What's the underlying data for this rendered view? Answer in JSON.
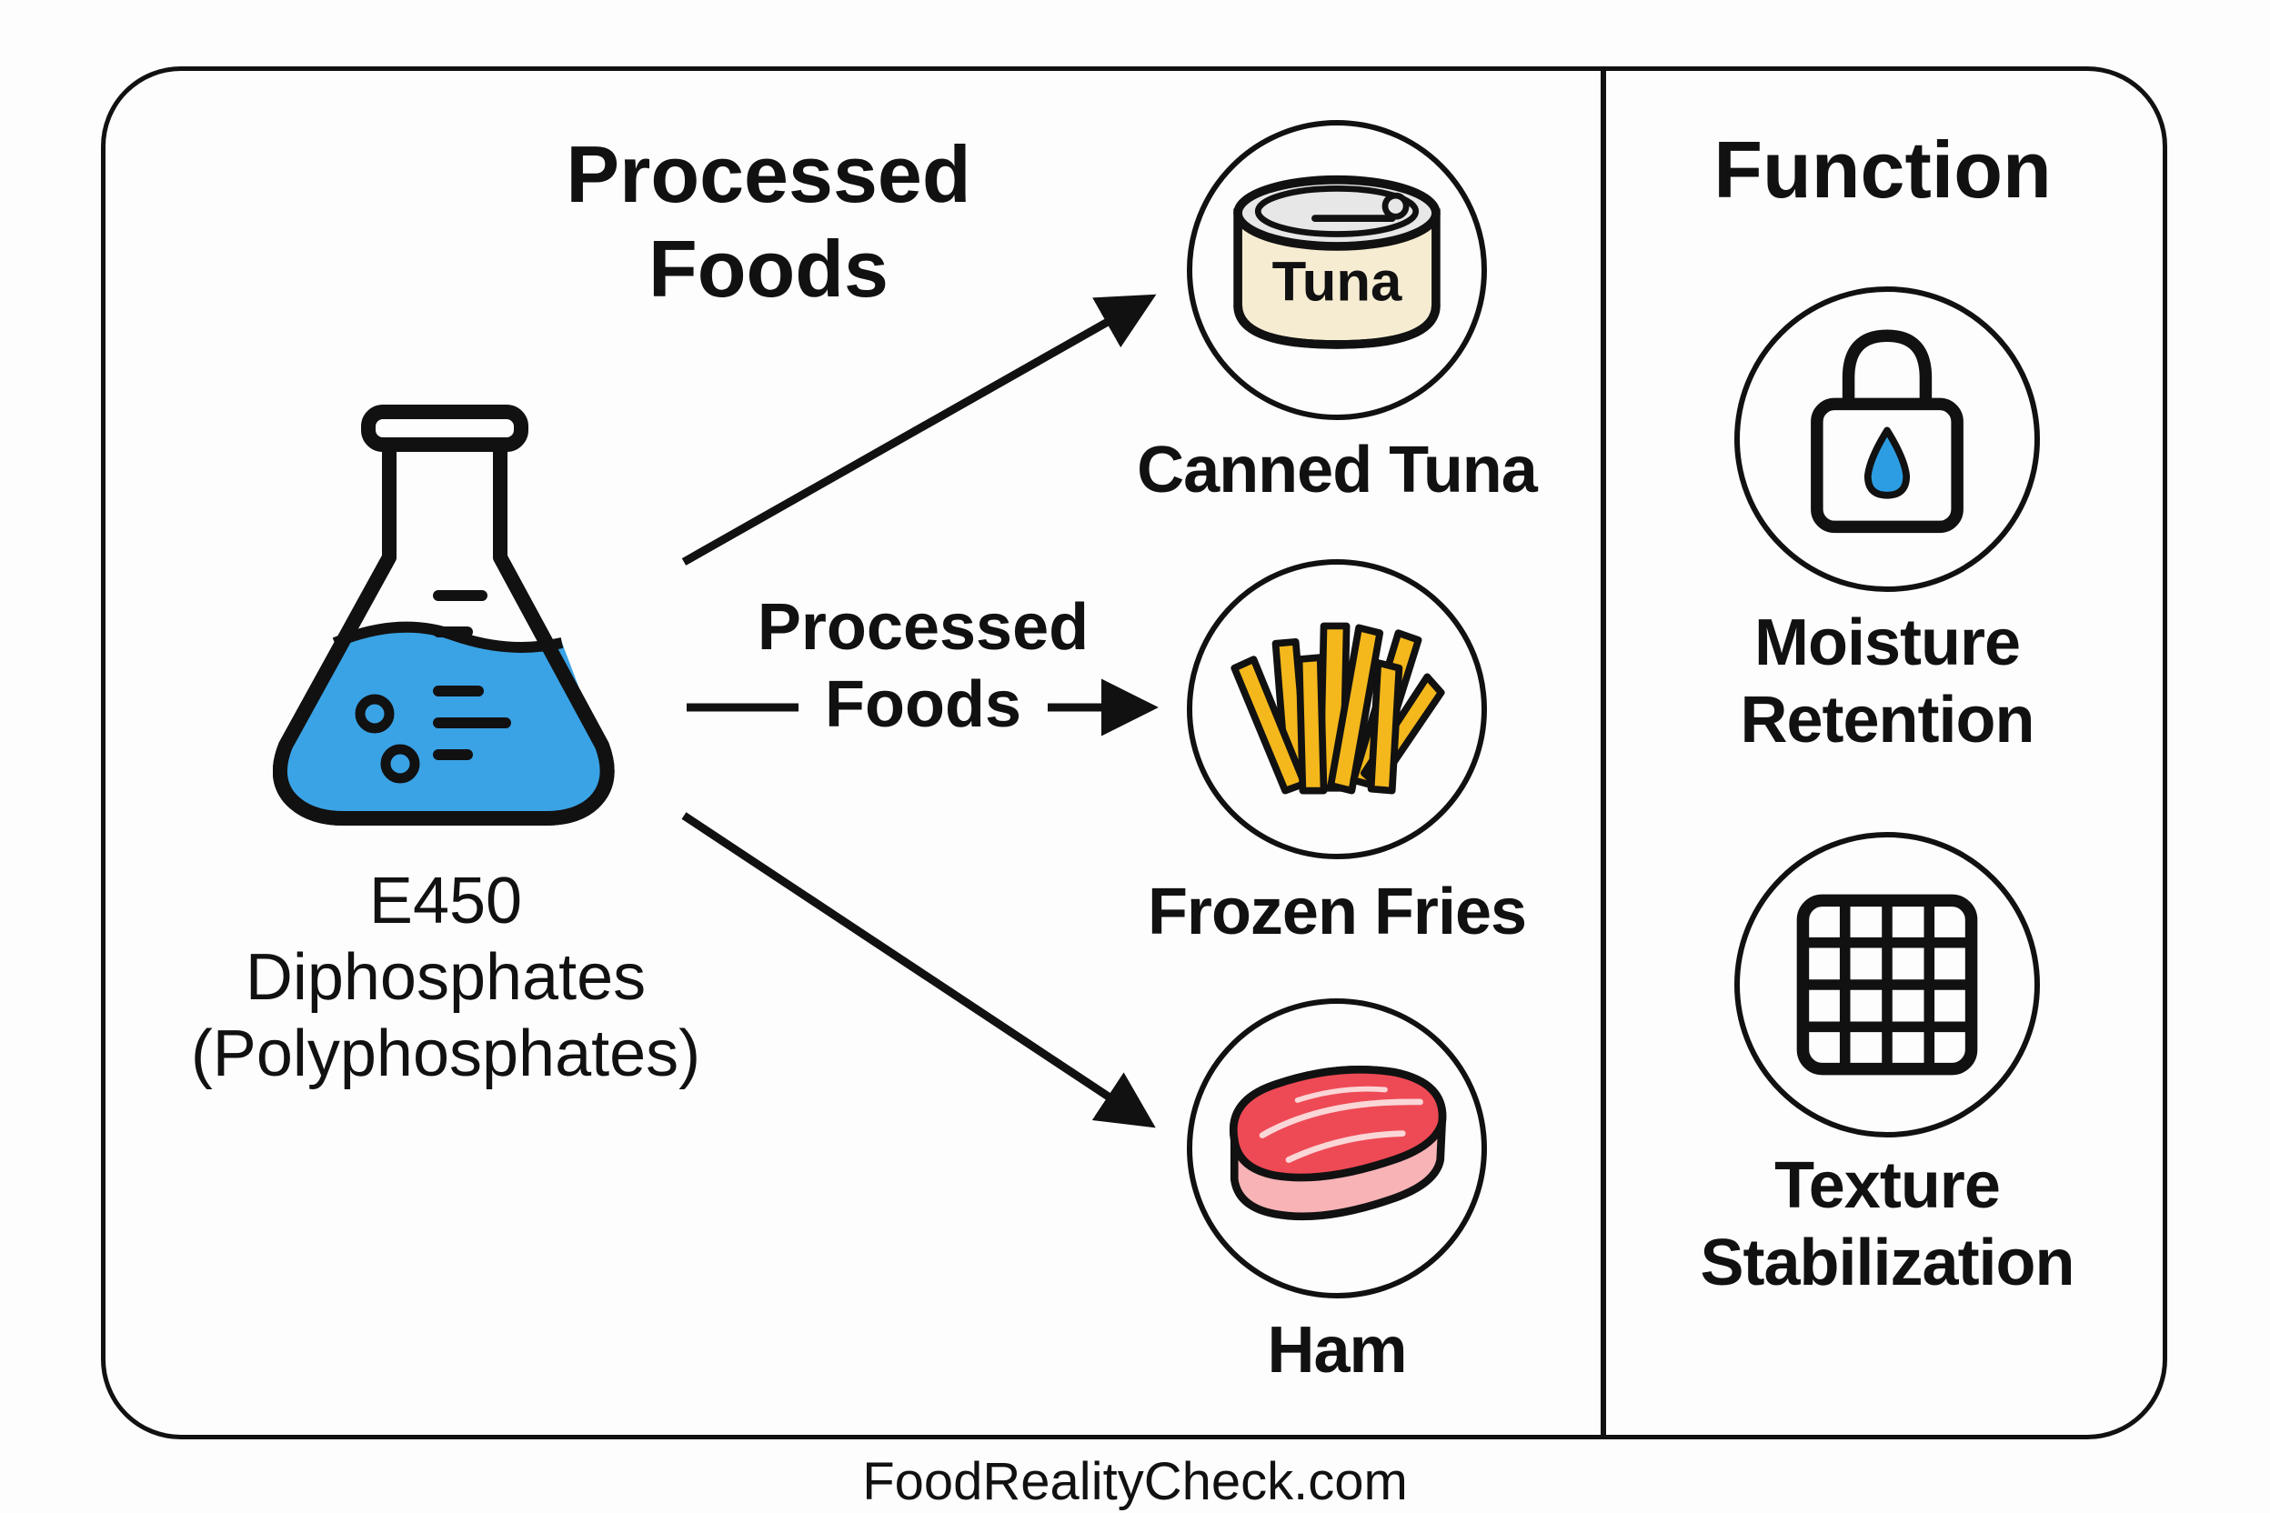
{
  "left_heading": "Processed Foods",
  "right_heading": "Function",
  "ingredient": {
    "code": "E450",
    "name": "Diphosphates",
    "alt_name": "(Polyphosphates)",
    "icon": "flask-icon"
  },
  "middle_label": "Processed Foods",
  "foods": [
    {
      "label": "Canned Tuna",
      "icon": "tuna-can-icon",
      "can_text": "Tuna"
    },
    {
      "label": "Frozen Fries",
      "icon": "fries-icon"
    },
    {
      "label": "Ham",
      "icon": "ham-icon"
    }
  ],
  "functions": [
    {
      "label": "Moisture Retention",
      "icon": "lock-water-drop-icon"
    },
    {
      "label": "Texture Stabilization",
      "icon": "grid-icon"
    }
  ],
  "footer": "FoodRealityCheck.com",
  "colors": {
    "liquid": "#3aa3e6",
    "fries": "#f4b81c",
    "meat": "#ee4a55",
    "meat_side": "#f7b3b6",
    "can_label": "#f6ecd2",
    "drop": "#2d9de3"
  }
}
